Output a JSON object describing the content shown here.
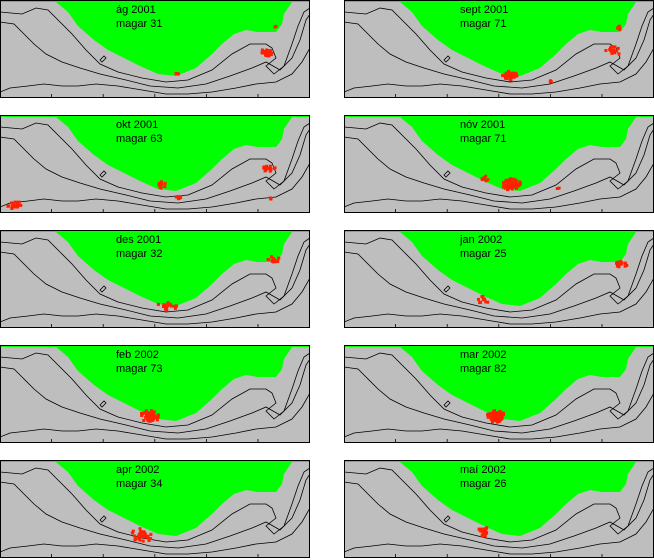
{
  "colors": {
    "land": "#00ff00",
    "sea": "#bebebe",
    "observation": "#ff2000",
    "contour": "#000000"
  },
  "count_prefix": "magar",
  "panels": [
    {
      "month": "ág 2001",
      "count_label": "magar 31",
      "count": 31
    },
    {
      "month": "sept 2001",
      "count_label": "magar 71",
      "count": 71
    },
    {
      "month": "okt 2001",
      "count_label": "magar 63",
      "count": 63
    },
    {
      "month": "nóv 2001",
      "count_label": "magar 71",
      "count": 71
    },
    {
      "month": "des 2001",
      "count_label": "magar 32",
      "count": 32
    },
    {
      "month": "jan 2002",
      "count_label": "magar 25",
      "count": 25
    },
    {
      "month": "feb 2002",
      "count_label": "magar 73",
      "count": 73
    },
    {
      "month": "mar 2002",
      "count_label": "magar 82",
      "count": 82
    },
    {
      "month": "apr 2002",
      "count_label": "magar 34",
      "count": 34
    },
    {
      "month": "maí 2002",
      "count_label": "magar 26",
      "count": 26
    }
  ]
}
